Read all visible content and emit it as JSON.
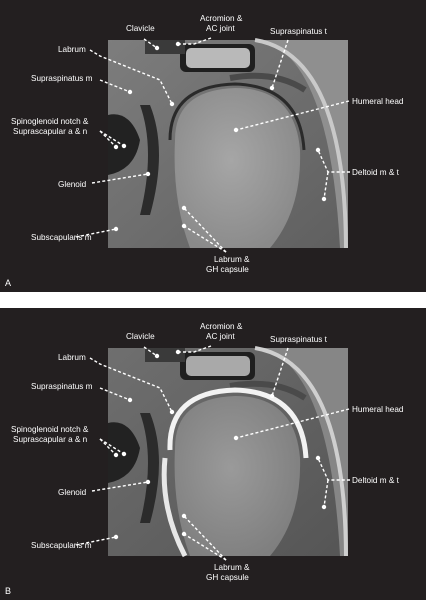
{
  "panels": [
    {
      "letter": "A",
      "labels": {
        "clavicle": "Clavicle",
        "acromion_1": "Acromion &",
        "acromion_2": "AC joint",
        "supraspinatus_t": "Supraspinatus t",
        "labrum_top": "Labrum",
        "supraspinatus_m": "Supraspinatus m",
        "humeral_head": "Humeral head",
        "spino_1": "Spinoglenoid notch &",
        "spino_2": "Suprascapular a & n",
        "glenoid": "Glenoid",
        "deltoid": "Deltoid m & t",
        "subscapularis": "Subscapularis m",
        "labrum_gh_1": "Labrum &",
        "labrum_gh_2": "GH capsule"
      }
    },
    {
      "letter": "B",
      "labels": {
        "clavicle": "Clavicle",
        "acromion_1": "Acromion &",
        "acromion_2": "AC joint",
        "supraspinatus_t": "Supraspinatus t",
        "labrum_top": "Labrum",
        "supraspinatus_m": "Supraspinatus m",
        "humeral_head": "Humeral head",
        "spino_1": "Spinoglenoid notch &",
        "spino_2": "Suprascapular a & n",
        "glenoid": "Glenoid",
        "deltoid": "Deltoid m & t",
        "subscapularis": "Subscapularis m",
        "labrum_gh_1": "Labrum &",
        "labrum_gh_2": "GH capsule"
      }
    }
  ]
}
